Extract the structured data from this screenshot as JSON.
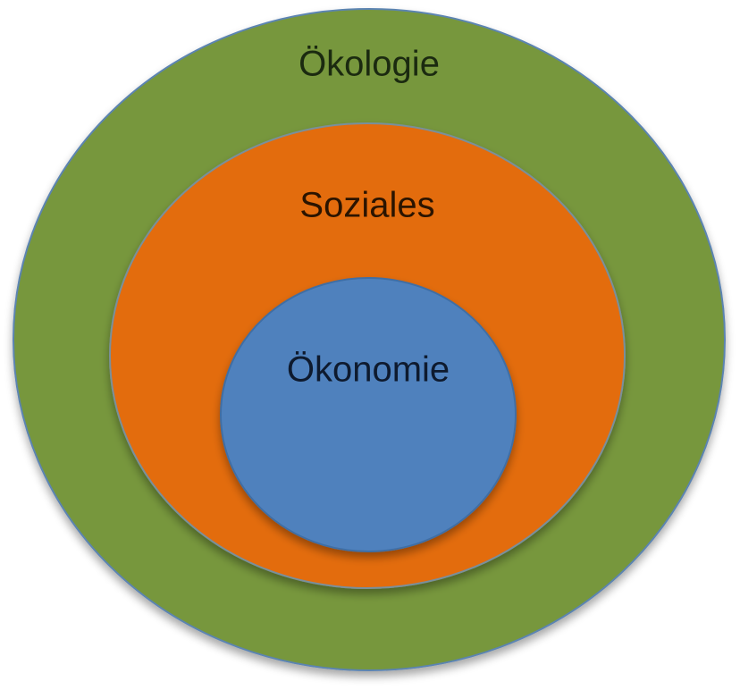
{
  "diagram": {
    "layers": [
      {
        "id": "outer",
        "label": "Ökologie",
        "fill": "#77973d",
        "stroke": "#5b84b1",
        "text_color": "#1b2a10"
      },
      {
        "id": "middle",
        "label": "Soziales",
        "fill": "#e36c0a",
        "stroke": "#7a8f9b",
        "text_color": "#2b1400"
      },
      {
        "id": "inner",
        "label": "Ökonomie",
        "fill": "#4f81bd",
        "stroke": "#3f6ea4",
        "text_color": "#0e1a2e"
      }
    ]
  }
}
